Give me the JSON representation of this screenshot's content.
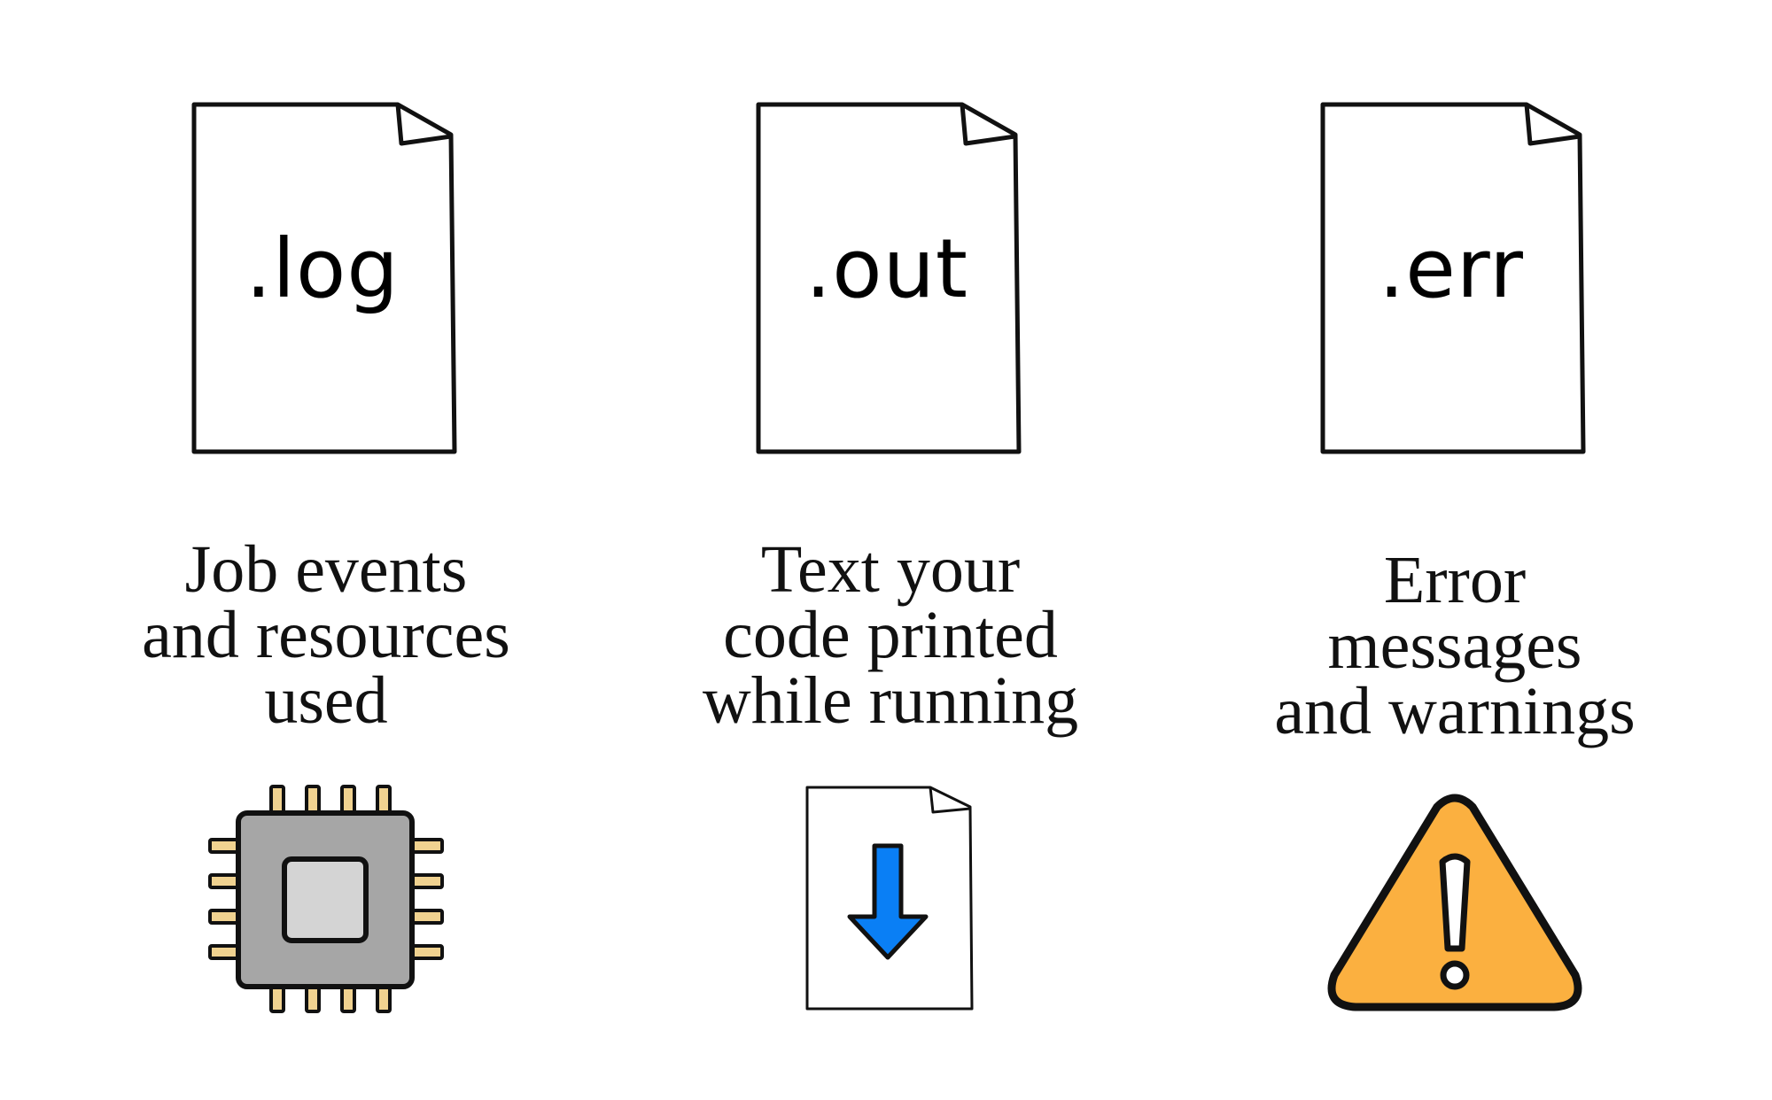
{
  "columns": [
    {
      "extension": ".log",
      "description_lines": [
        "Job events",
        "and resources",
        "used"
      ],
      "icon": "cpu-chip-icon"
    },
    {
      "extension": ".out",
      "description_lines": [
        "Text your",
        "code printed",
        "while running"
      ],
      "icon": "file-download-icon"
    },
    {
      "extension": ".err",
      "description_lines": [
        "Error",
        "messages",
        "and warnings"
      ],
      "icon": "warning-triangle-icon"
    }
  ],
  "colors": {
    "outline": "#111111",
    "chip_body": "#a6a6a6",
    "chip_core": "#d4d4d4",
    "chip_pins": "#f0d290",
    "arrow": "#0a7ff5",
    "warning": "#fbb040"
  }
}
